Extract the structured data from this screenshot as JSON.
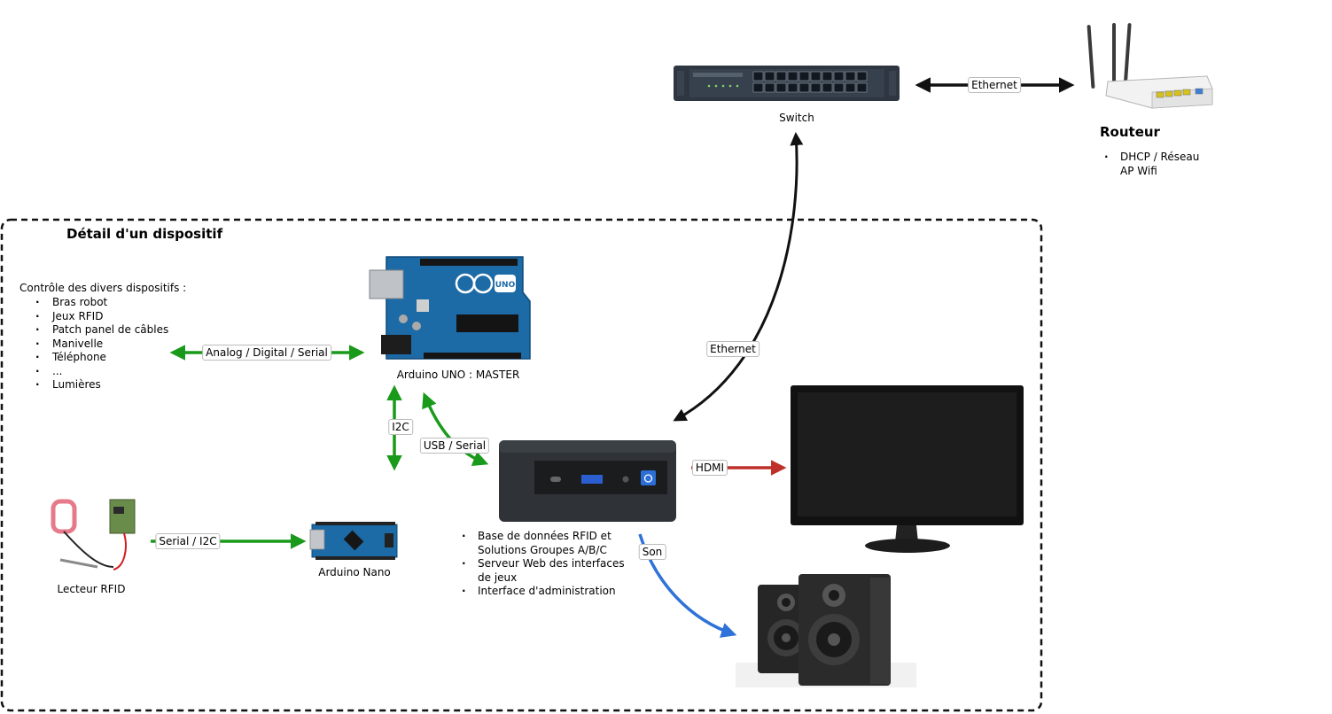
{
  "title": "Détail d'un dispositif",
  "devices": {
    "switch": "Switch",
    "router": "Routeur",
    "router_items": [
      "DHCP / Réseau",
      "AP Wifi"
    ],
    "arduino_uno": "Arduino UNO : MASTER",
    "arduino_nano": "Arduino Nano",
    "rfid_reader": "Lecteur RFID",
    "nuc_items": [
      "Base de données RFID et",
      "Solutions Groupes A/B/C",
      "Serveur Web des interfaces",
      "de jeux",
      "Interface d'administration"
    ],
    "controls_intro": "Contrôle des divers dispositifs :",
    "controls_items": [
      "Bras robot",
      "Jeux RFID",
      "Patch panel de câbles",
      "Manivelle",
      "Téléphone",
      "...",
      "Lumières"
    ]
  },
  "connections": {
    "ethernet_top": "Ethernet",
    "ethernet_mid": "Ethernet",
    "analog": "Analog / Digital / Serial",
    "i2c": "I2C",
    "usb": "USB / Serial",
    "serial_i2c": "Serial / I2C",
    "hdmi": "HDMI",
    "son": "Son"
  },
  "colors": {
    "green": "#1a9a1a",
    "red": "#c0302a",
    "blue": "#2f72d8",
    "black": "#111111",
    "arduino_blue": "#1c6aa6"
  }
}
